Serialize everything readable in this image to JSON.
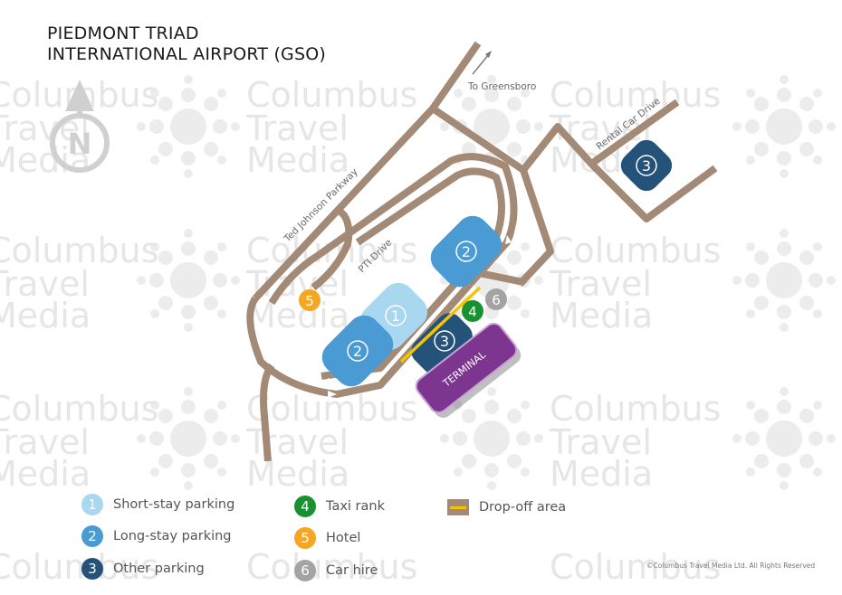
{
  "title": {
    "line1": "PIEDMONT TRIAD",
    "line2": "INTERNATIONAL AIRPORT (GSO)"
  },
  "watermark": {
    "line1": "Columbus",
    "line2": "Travel",
    "line3": "Media"
  },
  "compass": {
    "letter": "N"
  },
  "roads": {
    "to_greensboro": "To Greensboro",
    "ted_johnson": "Ted Johnson Parkway",
    "pti_drive": "PTI Drive",
    "rental_car": "Rental Car Drive"
  },
  "markers": {
    "short_stay": "1",
    "long_stay": "2",
    "other": "3",
    "taxi": "4",
    "hotel": "5",
    "car_hire": "6"
  },
  "terminal": {
    "label": "TERMINAL"
  },
  "legend": {
    "short_stay": "Short-stay parking",
    "long_stay": "Long-stay parking",
    "other": "Other parking",
    "taxi": "Taxi rank",
    "hotel": "Hotel",
    "car_hire": "Car hire",
    "dropoff": "Drop-off area"
  },
  "copyright": "©Columbus Travel Media Ltd. All Rights Reserved",
  "colors": {
    "road": "#a38a76",
    "short_stay": "#a8d8f0",
    "long_stay": "#4a9ad4",
    "other": "#245279",
    "taxi": "#17922f",
    "hotel": "#f5a623",
    "car_hire": "#a3a3a3",
    "terminal": "#7d3690",
    "dropoff": "#f5c400"
  }
}
